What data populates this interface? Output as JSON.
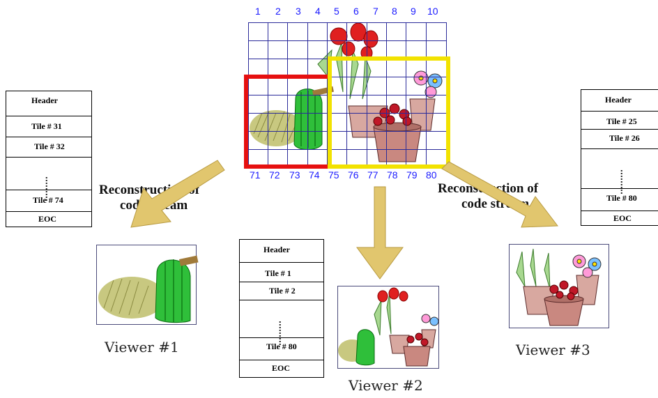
{
  "top_numbers": [
    "1",
    "2",
    "3",
    "4",
    "5",
    "6",
    "7",
    "8",
    "9",
    "10"
  ],
  "bottom_numbers": [
    "71",
    "72",
    "73",
    "74",
    "75",
    "76",
    "77",
    "78",
    "79",
    "80"
  ],
  "stack_left": {
    "header": "Header",
    "tile_a": "Tile # 31",
    "tile_b": "Tile # 32",
    "tile_c": "Tile # 74",
    "eoc": "EOC"
  },
  "stack_middle": {
    "header": "Header",
    "tile_a": "Tile # 1",
    "tile_b": "Tile # 2",
    "tile_c": "Tile # 80",
    "eoc": "EOC"
  },
  "stack_right": {
    "header": "Header",
    "tile_a": "Tile # 25",
    "tile_b": "Tile # 26",
    "tile_c": "Tile # 80",
    "eoc": "EOC"
  },
  "caption_left": [
    "Reconstruction of",
    "code stream"
  ],
  "caption_right": [
    "Reconstruction of",
    "code stream"
  ],
  "viewers": [
    "Viewer #1",
    "Viewer #2",
    "Viewer #3"
  ],
  "colors": {
    "grid": "#2a2a9a",
    "red_box": "#e61010",
    "yellow_box": "#f2e200",
    "arrow": "#e1c66e",
    "number": "#1a1aff"
  }
}
